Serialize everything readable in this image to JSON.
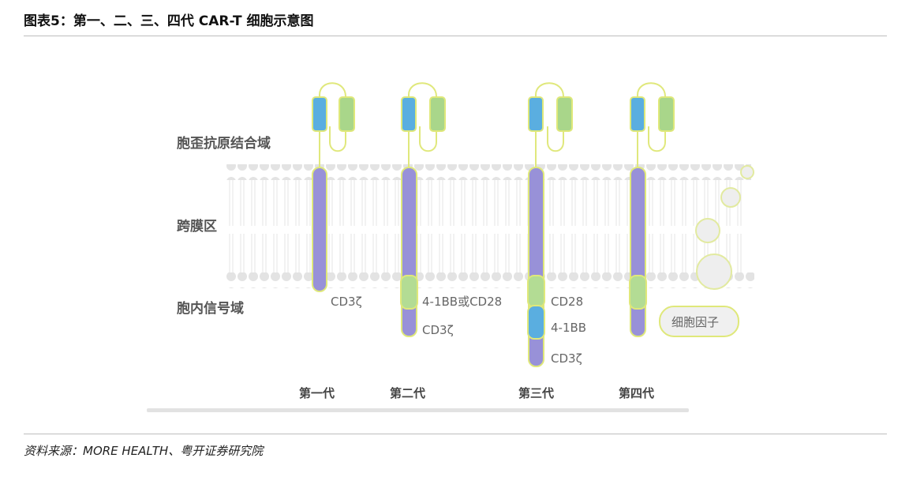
{
  "title": "图表5：第一、二、三、四代 CAR-T 细胞示意图",
  "source": "资料来源：MORE HEALTH、粤开证券研究院",
  "regions": {
    "antigen": "胞歪抗原结合域",
    "transmembrane": "跨膜区",
    "intracellular": "胞内信号域"
  },
  "generations": {
    "g1": {
      "label": "第一代",
      "domains": [
        "CD3ζ"
      ]
    },
    "g2": {
      "label": "第二代",
      "domains": [
        "4-1BB或CD28",
        "CD3ζ"
      ]
    },
    "g3": {
      "label": "第三代",
      "domains": [
        "CD28",
        "4-1BB",
        "CD3ζ"
      ]
    },
    "g4": {
      "label": "第四代",
      "domains": [
        "细胞因子"
      ]
    }
  },
  "colors": {
    "vh": "#5aaee0",
    "vl": "#a9d68a",
    "stalk": "#9891d8",
    "costim": "#b3dc94",
    "membrane": "#e6e6e6",
    "linker": "#dfe87a"
  }
}
